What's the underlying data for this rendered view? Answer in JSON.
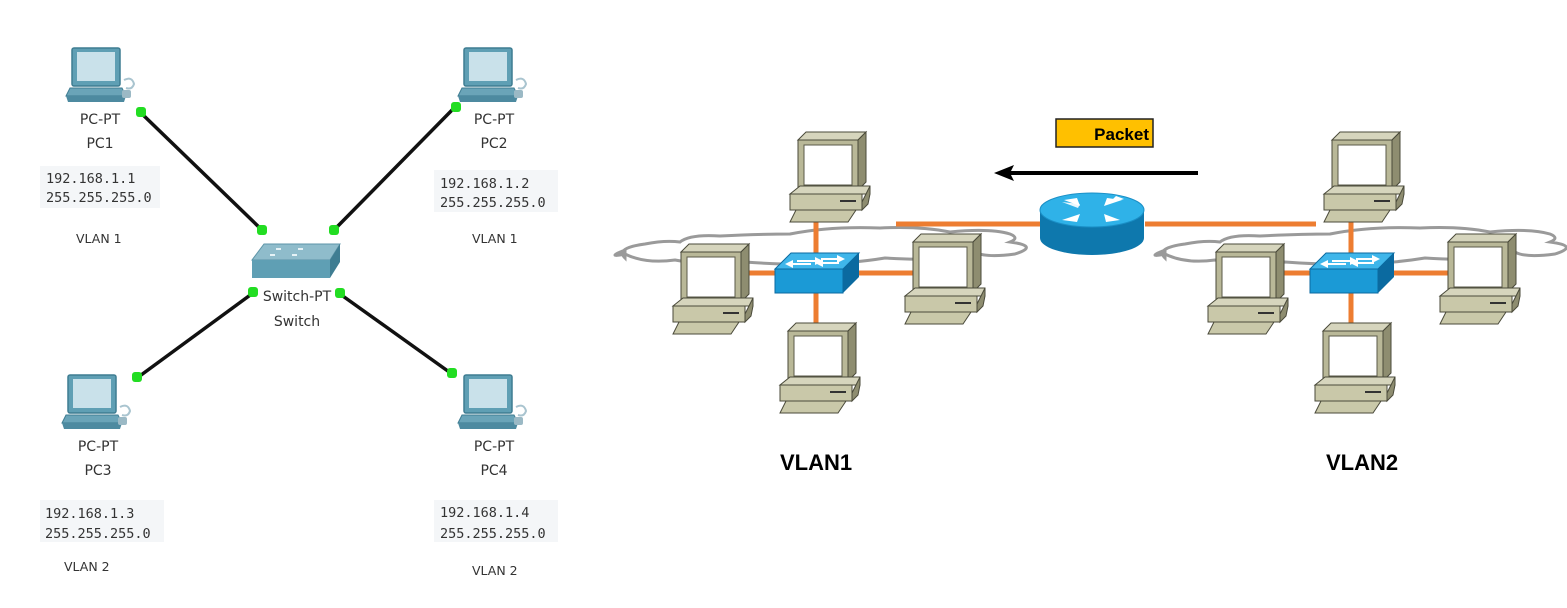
{
  "left_topology": {
    "switch": {
      "model": "Switch-PT",
      "name": "Switch"
    },
    "pcs": [
      {
        "model": "PC-PT",
        "name": "PC1",
        "ip": "192.168.1.1",
        "mask": "255.255.255.0",
        "vlan": "VLAN 1"
      },
      {
        "model": "PC-PT",
        "name": "PC2",
        "ip": "192.168.1.2",
        "mask": "255.255.255.0",
        "vlan": "VLAN 1"
      },
      {
        "model": "PC-PT",
        "name": "PC3",
        "ip": "192.168.1.3",
        "mask": "255.255.255.0",
        "vlan": "VLAN 2"
      },
      {
        "model": "PC-PT",
        "name": "PC4",
        "ip": "192.168.1.4",
        "mask": "255.255.255.0",
        "vlan": "VLAN 2"
      }
    ],
    "colors": {
      "cable": "#111111",
      "link_light": "#22dd22",
      "device": "#6aa4b8"
    }
  },
  "right_topology": {
    "packet_label": "Packet",
    "packet_direction": "left",
    "vlans": [
      {
        "label": "VLAN1",
        "pc_count": 4
      },
      {
        "label": "VLAN2",
        "pc_count": 4
      }
    ],
    "colors": {
      "link": "#ed7d31",
      "switch": "#1b9ad6",
      "router": "#1a8fc6",
      "packet_fill": "#ffc000",
      "cloud_stroke": "#9a9a9a",
      "pc_body": "#c9c8a9"
    }
  }
}
